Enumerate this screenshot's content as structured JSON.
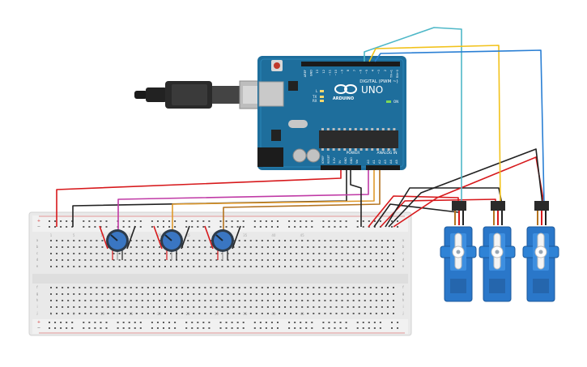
{
  "arduino": {
    "brand_text": "ARDUINO",
    "model_text": "UNO",
    "digital_header": "DIGITAL (PWM ~)",
    "power_header": "POWER",
    "analog_header": "ANALOG IN",
    "tx_label": "TX",
    "rx_label": "RX",
    "l_label": "L",
    "on_label": "ON",
    "digital_pins": [
      "AREF",
      "GND",
      "13",
      "12",
      "~11",
      "~10",
      "~9",
      "8",
      "7",
      "~6",
      "~5",
      "4",
      "~3",
      "2",
      "TX→1",
      "RX←0"
    ],
    "power_pins": [
      "IOREF",
      "RESET",
      "3.3V",
      "5V",
      "GND",
      "GND",
      "Vin"
    ],
    "analog_pins": [
      "A0",
      "A1",
      "A2",
      "A3",
      "A4",
      "A5"
    ],
    "colors": {
      "board": "#1e6e9c",
      "board_dark": "#16577d",
      "chip": "#2b2b2b"
    }
  },
  "breadboard": {
    "row_letters_top": [
      "a",
      "b",
      "c",
      "d",
      "e"
    ],
    "row_letters_bottom": [
      "f",
      "g",
      "h",
      "i",
      "j"
    ],
    "column_numbers": [
      "1",
      "5",
      "10",
      "15",
      "20",
      "25",
      "30",
      "35",
      "40",
      "45"
    ],
    "rail_plus": "+",
    "rail_minus": "−",
    "colors": {
      "body": "#e9e9e9",
      "hole": "#5a5a5a",
      "rail_red": "#d23a3a"
    }
  },
  "potentiometers": [
    {
      "id": "pot-1"
    },
    {
      "id": "pot-2"
    },
    {
      "id": "pot-3"
    }
  ],
  "servos": [
    {
      "id": "servo-1"
    },
    {
      "id": "servo-2"
    },
    {
      "id": "servo-3"
    }
  ],
  "wire_colors": {
    "power_5v": "#d7191c",
    "ground": "#222222",
    "pot_signal_1": "#c03aa6",
    "pot_signal_2": "#e09a2c",
    "pot_signal_3": "#b4731f",
    "servo_signal_1": "#4fb8c8",
    "servo_signal_2": "#f2c21b",
    "servo_signal_3": "#2a7fd4"
  }
}
